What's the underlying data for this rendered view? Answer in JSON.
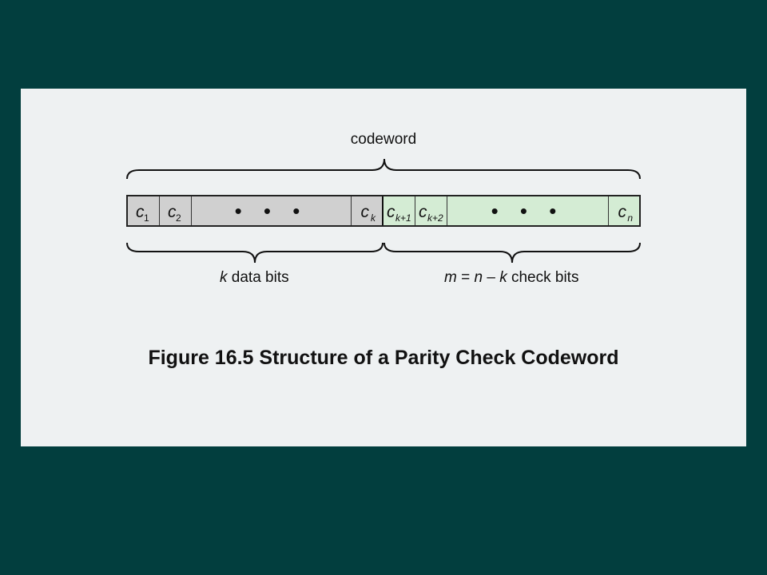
{
  "diagram": {
    "codeword_label": "codeword",
    "cells": [
      {
        "symbol": "c",
        "sub": "1",
        "sub_italic": false,
        "kind": "data"
      },
      {
        "symbol": "c",
        "sub": "2",
        "sub_italic": false,
        "kind": "data"
      },
      {
        "symbol": "",
        "sub": "",
        "kind": "data",
        "dots": "• • •"
      },
      {
        "symbol": "c",
        "sub": "k",
        "sub_italic": true,
        "kind": "data"
      },
      {
        "symbol": "c",
        "sub": "k+1",
        "sub_italic": true,
        "kind": "check"
      },
      {
        "symbol": "c",
        "sub": "k+2",
        "sub_italic": true,
        "kind": "check"
      },
      {
        "symbol": "",
        "sub": "",
        "kind": "check",
        "dots": "• • •"
      },
      {
        "symbol": "c",
        "sub": "n",
        "sub_italic": true,
        "kind": "check"
      }
    ],
    "data_label_var": "k",
    "data_label_text": " data bits",
    "check_label_m": "m",
    "check_label_eq": " = ",
    "check_label_n": "n",
    "check_label_minus": " – ",
    "check_label_k": "k",
    "check_label_text": " check bits",
    "title": "Figure 16.5  Structure of a Parity Check Codeword",
    "colors": {
      "background": "#023e3e",
      "panel": "#eef1f2",
      "data_cells": "#d0d0d0",
      "check_cells": "#d4ecd4"
    }
  }
}
